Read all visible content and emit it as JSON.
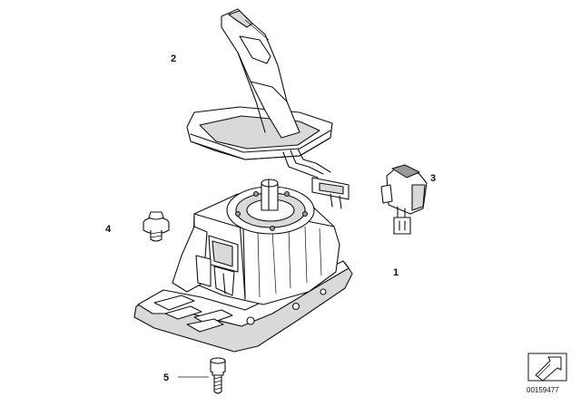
{
  "diagram": {
    "callouts": [
      {
        "id": "1",
        "label": "1"
      },
      {
        "id": "2",
        "label": "2"
      },
      {
        "id": "3",
        "label": "3"
      },
      {
        "id": "4",
        "label": "4"
      },
      {
        "id": "5",
        "label": "5"
      }
    ],
    "catalog_number": "00159477",
    "colors": {
      "line": "#111111",
      "shade": "#d9d9d9",
      "dark": "#9a9a9a",
      "background": "#ffffff"
    }
  }
}
